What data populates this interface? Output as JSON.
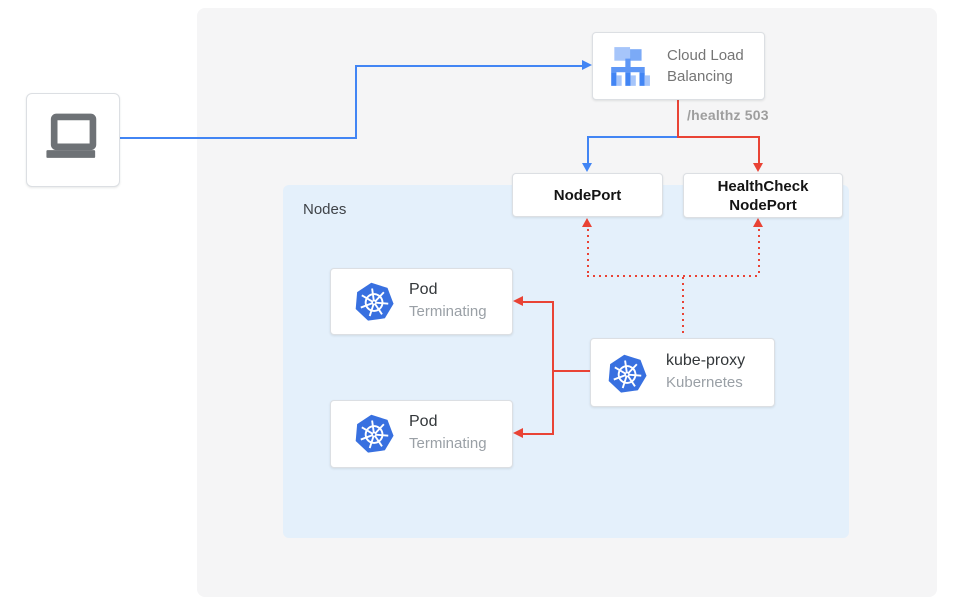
{
  "colors": {
    "blue_flow": "#4285f4",
    "red_flow": "#e94335",
    "panel_bg": "#f5f5f6",
    "nodes_bg": "#e4f0fb",
    "box_border": "#dcdfe3",
    "kubernetes_blue": "#3870e0",
    "lb_icon_blue": "#5e97f6",
    "lb_icon_light": "#a6c5fa",
    "gray_text": "#9aa0a6",
    "dark_text": "#33373a"
  },
  "client": {
    "icon": "laptop"
  },
  "cloud_load_balancing": {
    "label": "Cloud Load Balancing"
  },
  "annotations": {
    "healthz": "/healthz 503"
  },
  "nodeport": {
    "label": "NodePort"
  },
  "healthcheck_nodeport": {
    "label": "HealthCheck NodePort"
  },
  "nodes": {
    "label": "Nodes"
  },
  "pods": [
    {
      "title": "Pod",
      "status": "Terminating"
    },
    {
      "title": "Pod",
      "status": "Terminating"
    }
  ],
  "kube_proxy": {
    "title": "kube-proxy",
    "subtitle": "Kubernetes"
  }
}
